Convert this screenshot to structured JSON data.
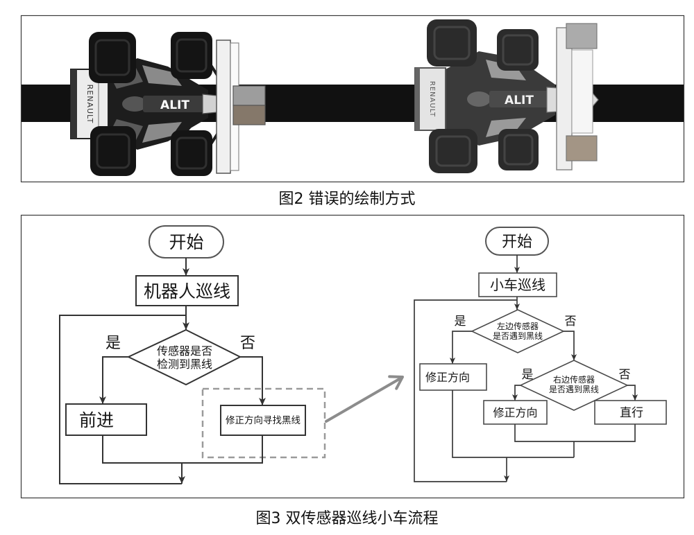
{
  "figure2": {
    "caption": "图2 错误的绘制方式",
    "cars": [
      {
        "decal": "ALIT",
        "wing_logo": "RENAULT"
      },
      {
        "decal": "ALIT",
        "wing_logo": "RENAULT"
      }
    ]
  },
  "figure3": {
    "caption": "图3 双传感器巡线小车流程",
    "left_flow": {
      "start": "开始",
      "process": "机器人巡线",
      "decision": [
        "传感器是否",
        "检测到黑线"
      ],
      "yes": "是",
      "no": "否",
      "yes_action": "前进",
      "no_action": "修正方向寻找黑线"
    },
    "right_flow": {
      "start": "开始",
      "process": "小车巡线",
      "left_decision": [
        "左边传感器",
        "是否遇到黑线"
      ],
      "left_yes": "是",
      "left_no": "否",
      "left_yes_action": "修正方向",
      "right_decision": [
        "右边传感器",
        "是否遇到黑线"
      ],
      "right_yes": "是",
      "right_no": "否",
      "right_yes_action": "修正方向",
      "right_no_action": "直行"
    }
  },
  "colors": {
    "track": "#111111",
    "stroke": "#333333",
    "dashed_box": "#9a9a9a",
    "link_arrow": "#8c8c8c"
  }
}
